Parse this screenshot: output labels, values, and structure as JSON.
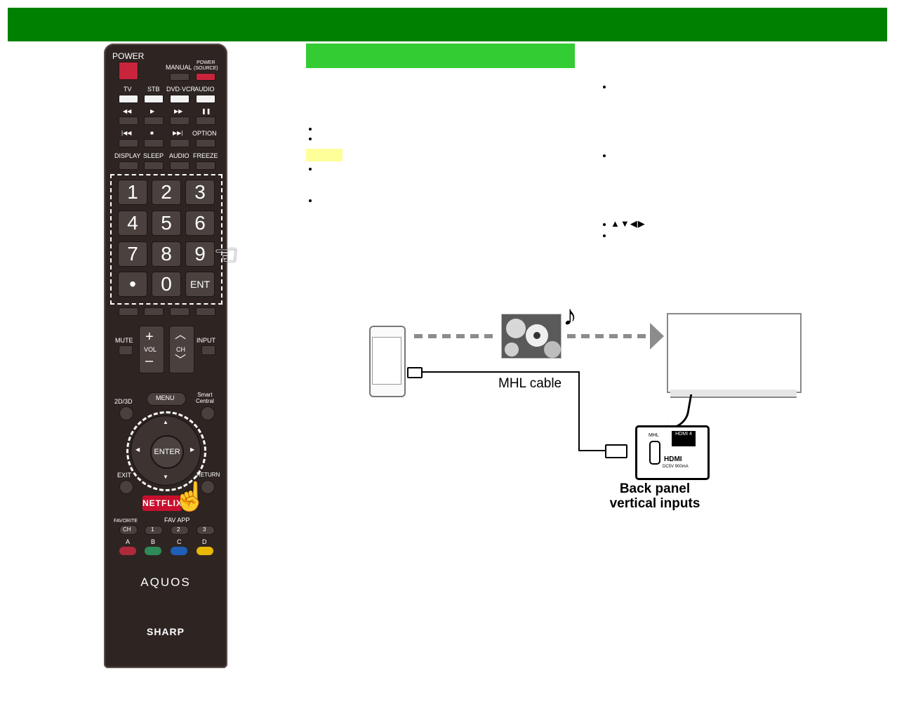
{
  "remote": {
    "power_label": "POWER",
    "manual_label": "MANUAL",
    "power_source_label": "POWER\n(SOURCE)",
    "source_labels": [
      "TV",
      "STB",
      "DVD·VCR",
      "AUDIO"
    ],
    "transport_row1": [
      "◀◀",
      "▶",
      "▶▶",
      "❚❚"
    ],
    "transport_row2": [
      "|◀◀",
      "■",
      "▶▶|",
      "OPTION"
    ],
    "function_row": [
      "DISPLAY",
      "SLEEP",
      "AUDIO",
      "FREEZE"
    ],
    "numbers": [
      "1",
      "2",
      "3",
      "4",
      "5",
      "6",
      "7",
      "8",
      "9",
      "•",
      "0",
      "ENT"
    ],
    "mute_label": "MUTE",
    "vol_label": "VOL",
    "ch_label": "CH",
    "input_label": "INPUT",
    "mode_2d3d_label": "2D/3D",
    "menu_label": "MENU",
    "smart_central_label": "Smart\nCentral",
    "enter_label": "ENTER",
    "exit_label": "EXIT",
    "return_label": "RETURN",
    "netflix_label": "NETFLIX",
    "favorite_ch_label": "FAVORITE",
    "ch_small_label": "CH",
    "fav_app_label": "FAV APP",
    "fav_app_keys": [
      "1",
      "2",
      "3"
    ],
    "color_key_labels": [
      "A",
      "B",
      "C",
      "D"
    ],
    "color_keys": [
      "#b02a3c",
      "#2e8b57",
      "#1f5fb8",
      "#e8b800"
    ],
    "aquos_logo": "AQUOS",
    "sharp_logo": "SHARP"
  },
  "toolbar_colors": {
    "top_bar": "#008000",
    "section_bar": "#33cc33",
    "note_highlight": "#ffff99"
  },
  "navigation_glyphs": "▲▼◀▶",
  "diagram": {
    "cable_label": "MHL cable",
    "panel_caption_line1": "Back panel",
    "panel_caption_line2": "vertical inputs",
    "panel_mhl_label": "MHL",
    "panel_hdmi_label": "HDMI 4",
    "panel_hdmi_logo": "HDMI",
    "panel_power_label": "DC5V 900mA",
    "music_icon": "music-note-icon"
  }
}
